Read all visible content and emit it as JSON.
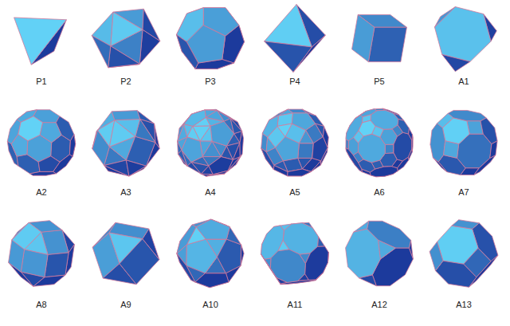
{
  "diagram": {
    "labels": [
      "P1",
      "P2",
      "P3",
      "P4",
      "P5",
      "A1",
      "A2",
      "A3",
      "A4",
      "A5",
      "A6",
      "A7",
      "A8",
      "A9",
      "A10",
      "A11",
      "A12",
      "A13"
    ]
  }
}
